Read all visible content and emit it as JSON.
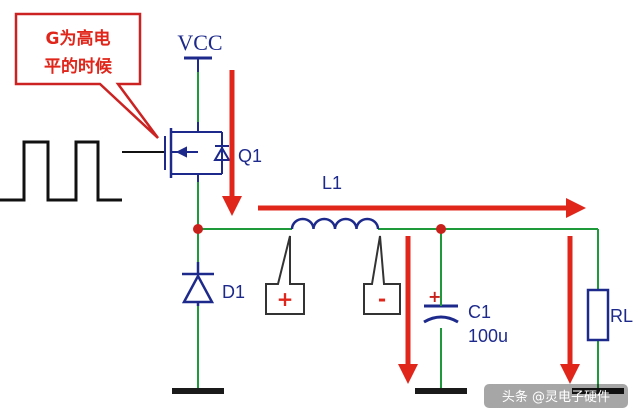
{
  "callout": {
    "line1": "G为高电",
    "line2": "平的时候"
  },
  "supply": {
    "label": "VCC"
  },
  "components": {
    "transistor": "Q1",
    "inductor": "L1",
    "diode": "D1",
    "capacitor": "C1",
    "capacitor_value": "100u",
    "load": "RL"
  },
  "polarity": {
    "left": "+",
    "right": "-"
  },
  "watermark": "头条 @灵电子硬件",
  "colors": {
    "wire": "#1f9a3a",
    "current_arrow": "#e0261b",
    "component": "#1d2a8c",
    "ground": "#1a1a1a",
    "callout_border": "#cc2222"
  }
}
